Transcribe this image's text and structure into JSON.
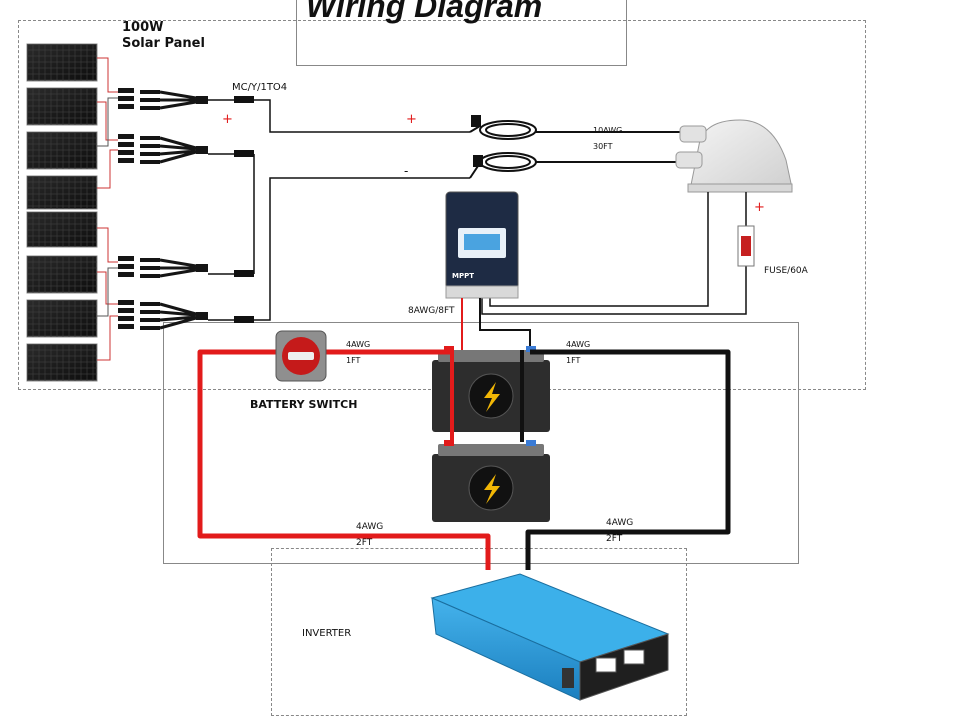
{
  "title": "Wiring Diagram",
  "solar_panel": {
    "label_line1": "100W",
    "label_line2": "Solar Panel"
  },
  "connector_label": "MC/Y/1TO4",
  "positive_sign": "+",
  "negative_sign": "-",
  "pv_wire": {
    "gauge": "10AWG",
    "length": "30FT"
  },
  "controller": {
    "label": "MPPT",
    "wire_gauge": "8AWG/8FT"
  },
  "fuse": {
    "label": "FUSE/60A",
    "sign": "+"
  },
  "battery_switch": {
    "label": "BATTERY SWITCH",
    "wire_gauge": "4AWG",
    "wire_length": "1FT"
  },
  "battery_neg_wire": {
    "gauge": "4AWG",
    "length": "1FT"
  },
  "inverter_pos_wire": {
    "gauge": "4AWG",
    "length": "2FT"
  },
  "inverter_neg_wire": {
    "gauge": "4AWG",
    "length": "2FT"
  },
  "inverter": {
    "label": "INVERTER"
  },
  "colors": {
    "positive": "#e21b1b",
    "negative": "#111111",
    "inverter": "#2a9ad6"
  }
}
